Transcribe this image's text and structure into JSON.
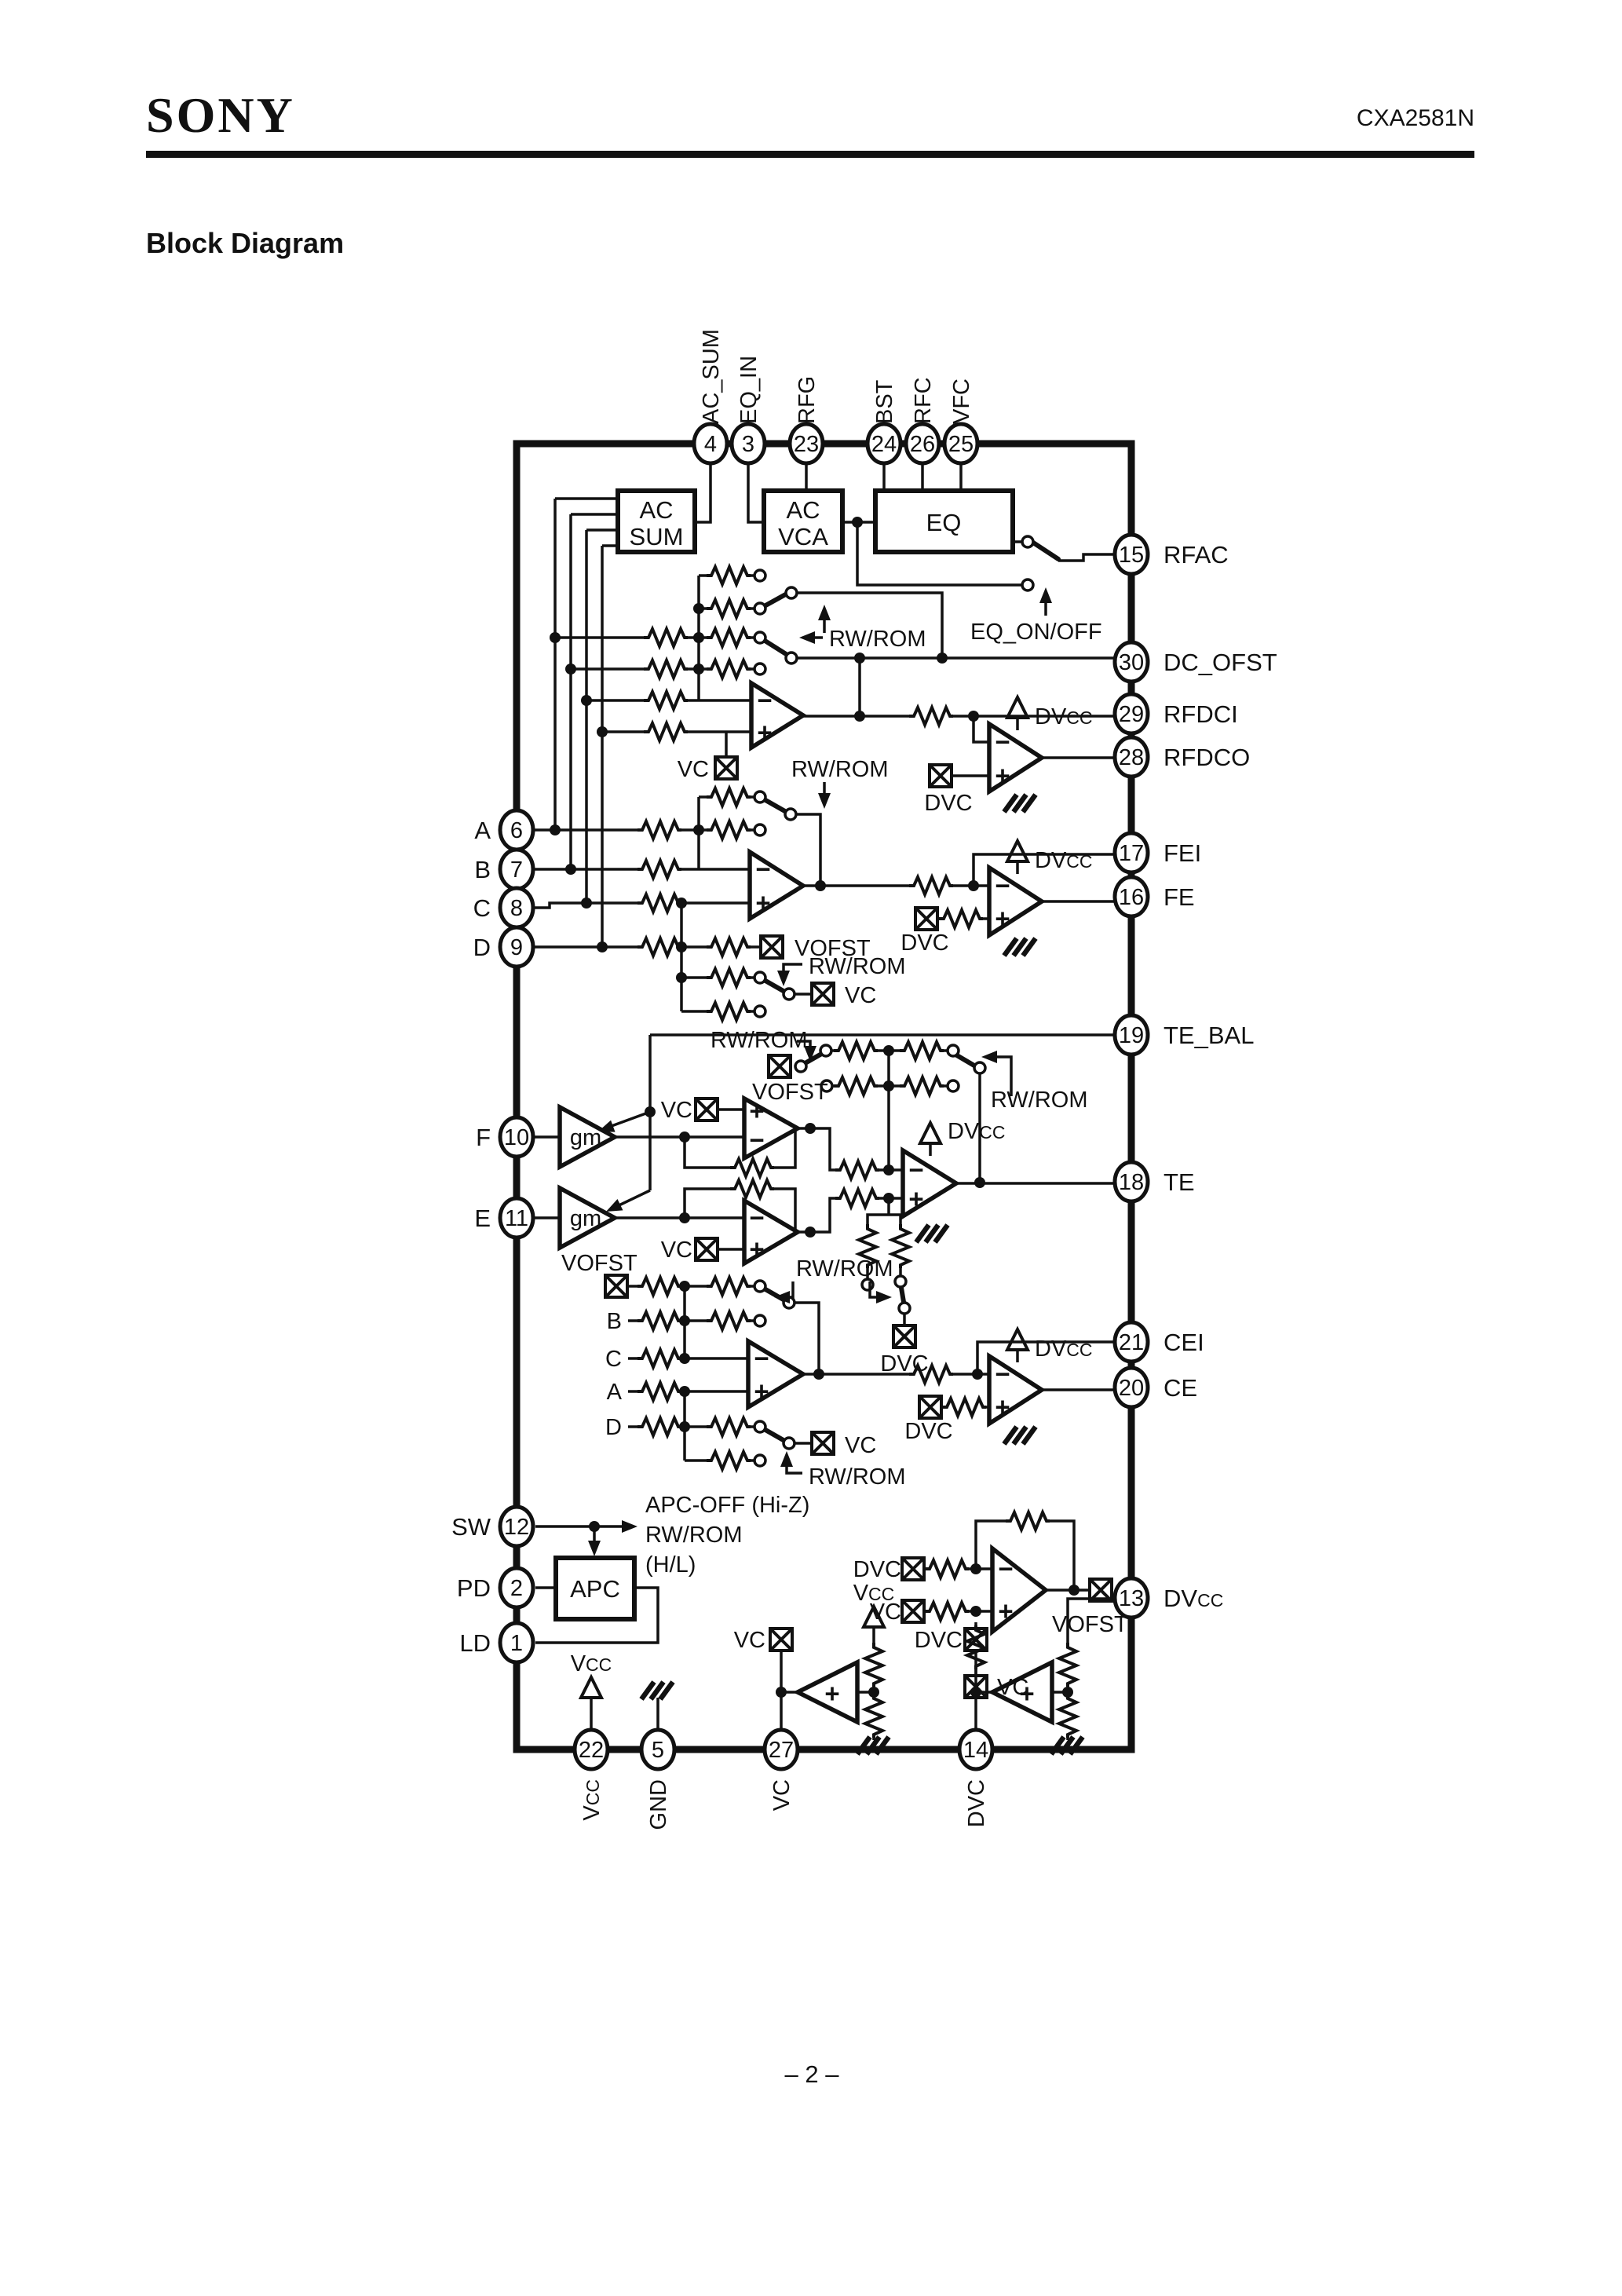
{
  "header": {
    "brand": "SONY",
    "part_number": "CXA2581N"
  },
  "section_title": "Block Diagram",
  "page_number": "– 2 –",
  "chip": {
    "pins": {
      "top": [
        {
          "num": "4",
          "label": "AC_SUM"
        },
        {
          "num": "3",
          "label": "EQ_IN"
        },
        {
          "num": "23",
          "label": "RFG"
        },
        {
          "num": "24",
          "label": "BST"
        },
        {
          "num": "26",
          "label": "RFC"
        },
        {
          "num": "25",
          "label": "VFC"
        }
      ],
      "right": [
        {
          "num": "15",
          "label": "RFAC"
        },
        {
          "num": "30",
          "label": "DC_OFST"
        },
        {
          "num": "29",
          "label": "RFDCI"
        },
        {
          "num": "28",
          "label": "RFDCO"
        },
        {
          "num": "17",
          "label": "FEI"
        },
        {
          "num": "16",
          "label": "FE"
        },
        {
          "num": "19",
          "label": "TE_BAL"
        },
        {
          "num": "18",
          "label": "TE"
        },
        {
          "num": "21",
          "label": "CEI"
        },
        {
          "num": "20",
          "label": "CE"
        },
        {
          "num": "13",
          "label": "DVcc"
        }
      ],
      "left": [
        {
          "num": "6",
          "label": "A"
        },
        {
          "num": "7",
          "label": "B"
        },
        {
          "num": "8",
          "label": "C"
        },
        {
          "num": "9",
          "label": "D"
        },
        {
          "num": "10",
          "label": "F"
        },
        {
          "num": "11",
          "label": "E"
        },
        {
          "num": "12",
          "label": "SW"
        },
        {
          "num": "2",
          "label": "PD"
        },
        {
          "num": "1",
          "label": "LD"
        }
      ],
      "bottom": [
        {
          "num": "22",
          "label": "Vcc"
        },
        {
          "num": "5",
          "label": "GND"
        },
        {
          "num": "27",
          "label": "VC"
        },
        {
          "num": "14",
          "label": "DVC"
        }
      ]
    },
    "blocks": {
      "ac_sum": [
        "AC",
        "SUM"
      ],
      "ac_vca": [
        "AC",
        "VCA"
      ],
      "eq": "EQ",
      "apc": "APC"
    },
    "nets": {
      "rw_rom": "RW/ROM",
      "vc": "VC",
      "dvc": "DVC",
      "vofst": "VOFST",
      "eq_on_off": "EQ_ON/OFF",
      "gm": "gm",
      "plus": "+",
      "minus": "−",
      "apc_off": "APC-OFF (Hi-Z)",
      "apc_hl": "(H/L)",
      "v": "V",
      "dv": "DV",
      "cc": "CC"
    },
    "input_rows": {
      "b": "B",
      "c": "C",
      "a": "A",
      "d": "D"
    }
  }
}
